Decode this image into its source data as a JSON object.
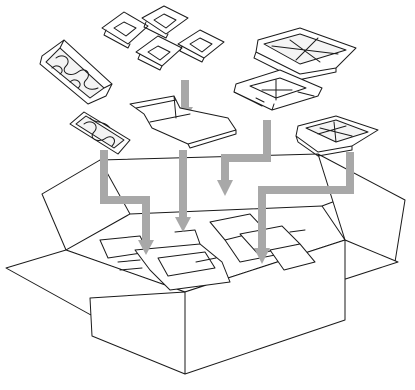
{
  "colors": {
    "line": "#1a1a1a",
    "arrow": "#a8a8a8",
    "fill": "#ffffff",
    "tray_fill": "#f4f4f4"
  },
  "illustration": {
    "components": [
      "telephone-cord-bag",
      "ink-cartridge-bags",
      "document-support",
      "paper-tray",
      "paper-tray-cover",
      "power-cord-bag",
      "output-tray",
      "machine-cover",
      "shipping-carton"
    ],
    "arrow_count": 5
  }
}
